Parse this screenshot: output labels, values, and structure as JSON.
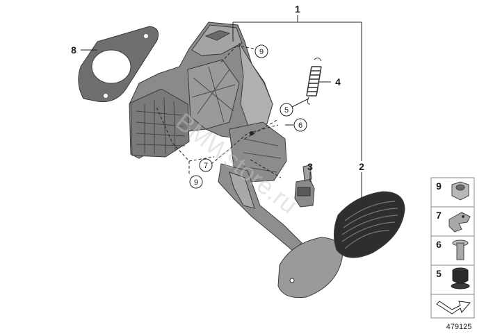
{
  "callouts": {
    "c1": "1",
    "c2": "2",
    "c3": "3",
    "c4": "4",
    "c5": "5",
    "c6": "6",
    "c7": "7",
    "c8": "8",
    "c9_top": "9",
    "c9_bottom": "9"
  },
  "legend": {
    "items": [
      {
        "number": "9",
        "part": "nut-icon"
      },
      {
        "number": "7",
        "part": "clip-icon"
      },
      {
        "number": "6",
        "part": "bolt-icon"
      },
      {
        "number": "5",
        "part": "bushing-icon"
      }
    ],
    "direction": "direction-arrow-icon"
  },
  "reference_number": "479125",
  "watermark": "BMWstore.ru",
  "colors": {
    "part_dark": "#5a5a5a",
    "part_mid": "#8a8a8a",
    "part_light": "#b4b4b4",
    "gasket": "#6e6e6e",
    "pad": "#2e2e2e"
  }
}
